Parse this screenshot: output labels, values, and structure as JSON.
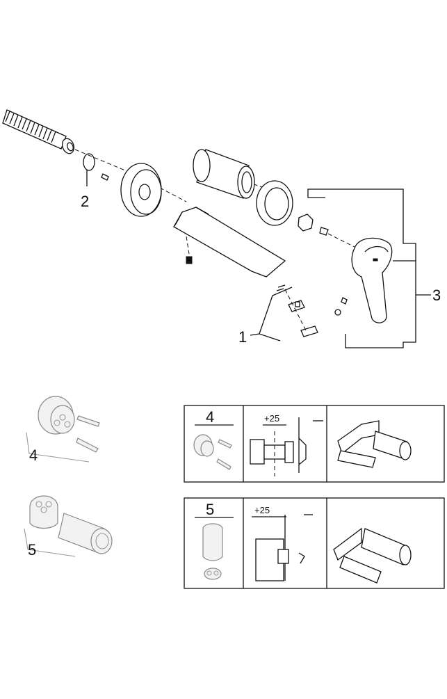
{
  "callouts": {
    "part1": "1",
    "part2": "2",
    "part3": "3",
    "part4": "4",
    "part5": "5"
  },
  "panel4": {
    "number": "4",
    "dimension": "+25"
  },
  "panel5": {
    "number": "5",
    "dimension": "+25"
  }
}
